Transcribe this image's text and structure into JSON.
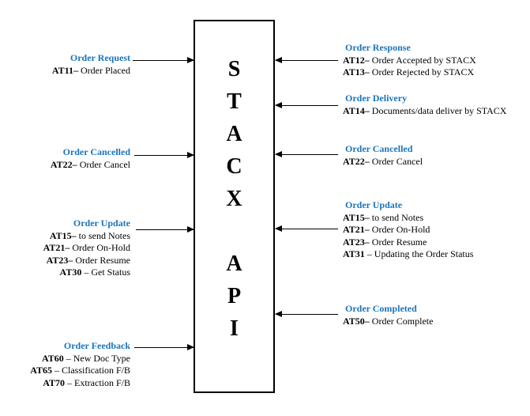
{
  "colors": {
    "accent_blue": "#1b74bc",
    "text_black": "#000000",
    "box_border": "#000000",
    "background": "#ffffff"
  },
  "box": {
    "word_top": "STACX",
    "word_bottom": "API",
    "letters_top": [
      "S",
      "T",
      "A",
      "C",
      "X"
    ],
    "letters_bottom": [
      "A",
      "P",
      "I"
    ]
  },
  "left_groups": [
    {
      "title": "Order Request",
      "items": [
        {
          "code": "AT11–",
          "rest": " Order Placed"
        }
      ]
    },
    {
      "title": "Order Cancelled",
      "items": [
        {
          "code": "AT22–",
          "rest": " Order Cancel"
        }
      ]
    },
    {
      "title": "Order Update",
      "items": [
        {
          "code": "AT15–",
          "rest": " to send Notes"
        },
        {
          "code": "AT21–",
          "rest": " Order On-Hold"
        },
        {
          "code": "AT23–",
          "rest": " Order Resume"
        },
        {
          "code": "AT30",
          "rest": " – Get Status"
        }
      ]
    },
    {
      "title": "Order Feedback",
      "items": [
        {
          "code": "AT60",
          "rest": " – New Doc Type"
        },
        {
          "code": "AT65",
          "rest": " – Classification F/B"
        },
        {
          "code": "AT70",
          "rest": " – Extraction F/B"
        }
      ]
    }
  ],
  "right_groups": [
    {
      "title": "Order Response",
      "items": [
        {
          "code": "AT12–",
          "rest": " Order Accepted by STACX"
        },
        {
          "code": "AT13–",
          "rest": " Order Rejected by STACX"
        }
      ]
    },
    {
      "title": "Order Delivery",
      "items": [
        {
          "code": "AT14–",
          "rest": " Documents/data deliver by STACX"
        }
      ]
    },
    {
      "title": "Order Cancelled",
      "items": [
        {
          "code": "AT22–",
          "rest": " Order Cancel"
        }
      ]
    },
    {
      "title": "Order Update",
      "items": [
        {
          "code": "AT15–",
          "rest": " to send Notes"
        },
        {
          "code": "AT21–",
          "rest": " Order On-Hold"
        },
        {
          "code": "AT23–",
          "rest": " Order Resume"
        },
        {
          "code": "AT31",
          "rest": " – Updating the Order Status"
        }
      ]
    },
    {
      "title": "Order Completed",
      "items": [
        {
          "code": "AT50–",
          "rest": " Order Complete"
        }
      ]
    }
  ]
}
